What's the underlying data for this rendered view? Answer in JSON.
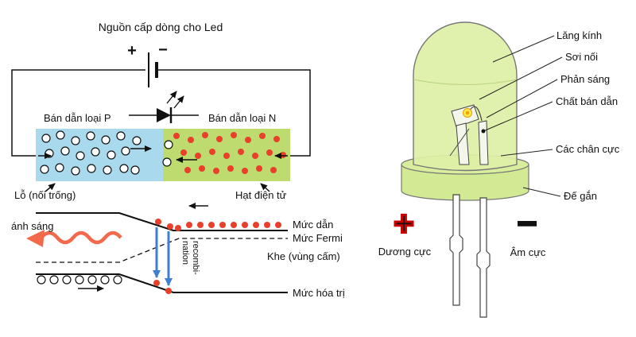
{
  "colors": {
    "p_region": "#a9d9ec",
    "n_region": "#bddb6e",
    "electron_dot": "#e8402a",
    "light_wave": "#f26a4b",
    "recomb_arrow": "#3f7fd0",
    "led_body": "#ddf0a6",
    "led_flange": "#d2ea93",
    "anode_red": "#cc0000"
  },
  "left": {
    "title": "Nguồn cấp dòng cho Led",
    "battery_plus": "+",
    "battery_minus": "−",
    "p_region_label": "Bán dẫn loại P",
    "n_region_label": "Bán dẫn loại N",
    "holes_label": "Lỗ (nối trống)",
    "electrons_label": "Hạt điện tử",
    "light_label": "ánh sáng",
    "conduction_label": "Mức dẫn",
    "fermi_label": "Mức Fermi",
    "gap_label": "Khe (vùng cấm)",
    "valence_label": "Mức hóa trị",
    "recombination_line1": "recombi-",
    "recombination_line2": "nation"
  },
  "right": {
    "part_labels": [
      "Lăng kính",
      "Sơi nối",
      "Phản sáng",
      "Chất bán dẫn",
      "Các chân cực",
      "Đế gắn"
    ],
    "anode_sign": "+",
    "cathode_sign": "−",
    "anode_label": "Dương cực",
    "cathode_label": "Âm cực"
  }
}
